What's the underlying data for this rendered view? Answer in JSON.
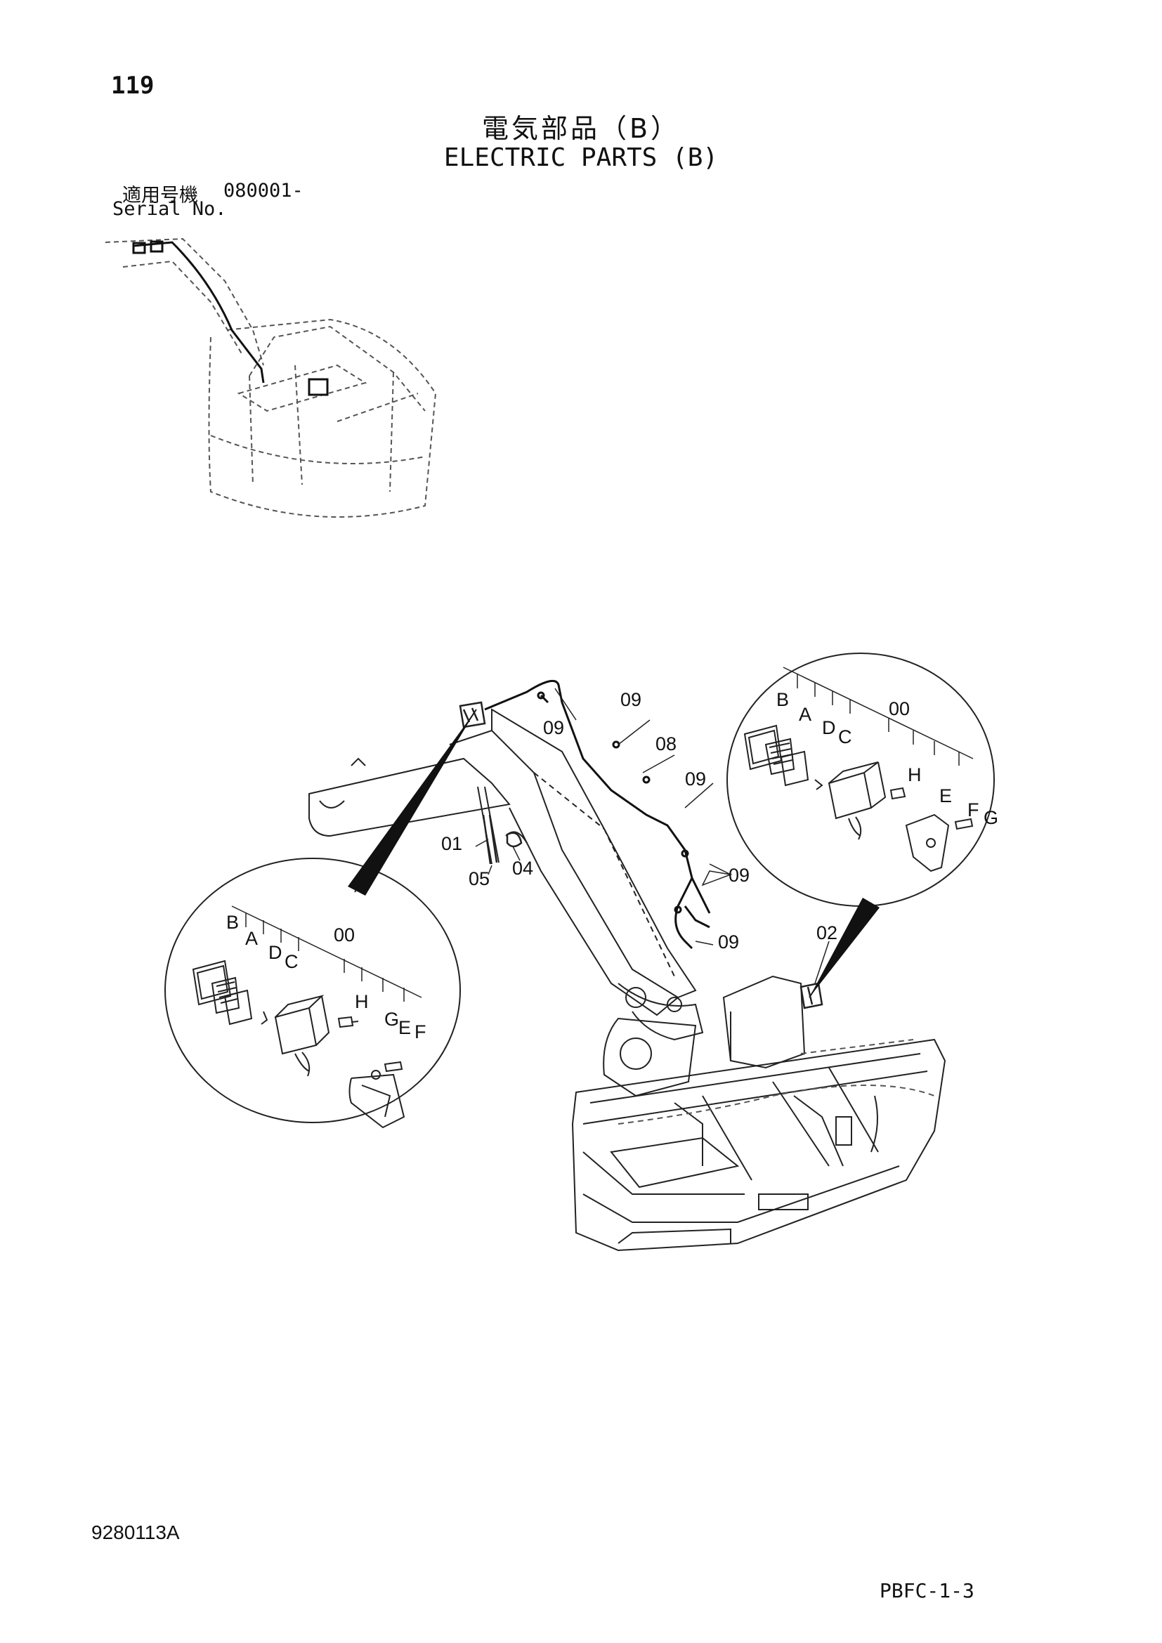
{
  "page_number": "119",
  "title_jp": "電気部品（B）",
  "title_en": "ELECTRIC PARTS (B)",
  "serial": {
    "label_jp": "適用号機",
    "value": "080001-",
    "label_en": "Serial No."
  },
  "footer": {
    "doc_code": "9280113A",
    "sheet_code": "PBFC-1-3"
  },
  "callouts": {
    "c00": "00",
    "c01": "01",
    "c02": "02",
    "c04": "04",
    "c05": "05",
    "c08": "08",
    "c09": "09",
    "a": "A",
    "b": "B",
    "c": "C",
    "d": "D",
    "e": "E",
    "f": "F",
    "g": "G",
    "h": "H"
  }
}
